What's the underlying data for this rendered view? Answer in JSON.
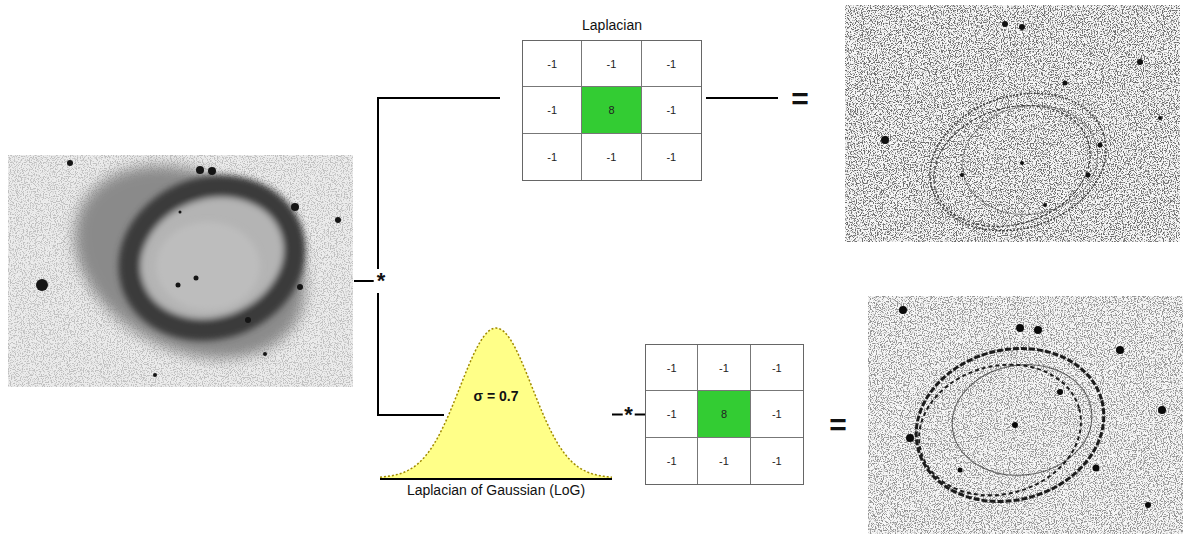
{
  "diagram": {
    "nodes": [
      {
        "text": [
          "Laplacian"
        ]
      },
      {
        "text": [
          "-1"
        ],
        "in": 0
      },
      {
        "text": [
          "-1"
        ],
        "in": 0
      },
      {
        "text": [
          "-1"
        ],
        "in": 0
      },
      {
        "text": [
          "-1"
        ],
        "in": 0
      },
      {
        "text": [
          "8"
        ],
        "in": 0
      },
      {
        "text": [
          "-1"
        ],
        "in": 0
      },
      {
        "text": [
          "-1"
        ],
        "in": 0
      },
      {
        "text": [
          "-1"
        ],
        "in": 0
      },
      {
        "text": [
          "-1"
        ],
        "in": 0
      },
      {
        "text": [
          "σ = 0.7",
          "Laplacian of Gaussian (LoG)"
        ]
      },
      {
        "text": []
      },
      {
        "text": [
          "-1"
        ],
        "in": 11
      },
      {
        "text": [
          "-1"
        ],
        "in": 11
      },
      {
        "text": [
          "-1"
        ],
        "in": 11
      },
      {
        "text": [
          "-1"
        ],
        "in": 11
      },
      {
        "text": [
          "8"
        ],
        "in": 11
      },
      {
        "text": [
          "-1"
        ],
        "in": 11
      },
      {
        "text": [
          "-1"
        ],
        "in": 11
      },
      {
        "text": [
          "-1"
        ],
        "in": 11
      },
      {
        "text": [
          "-1"
        ],
        "in": 11
      }
    ],
    "edges": [
      {
        "from": 10,
        "to": 11,
        "arrow": "none",
        "label": "*"
      }
    ],
    "labels": [
      "*",
      "=",
      "="
    ]
  }
}
